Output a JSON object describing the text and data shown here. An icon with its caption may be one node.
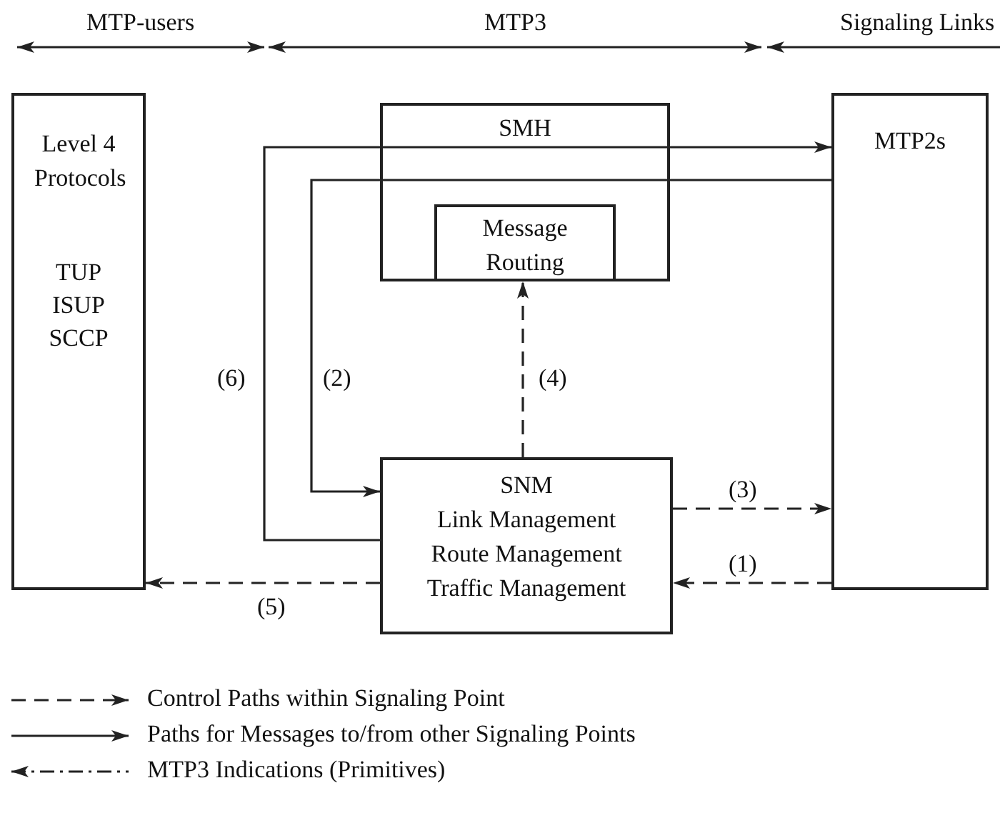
{
  "diagram": {
    "nodes": [
      {
        "text": [
          "Level 4 Protocols",
          "TUP ISUP SCCP"
        ]
      },
      {
        "text": [
          "SMH"
        ]
      },
      {
        "text": [
          "Message Routing"
        ],
        "in": 1
      },
      {
        "text": [
          "MTP2s"
        ]
      },
      {
        "text": [
          "SNM",
          "Link Management Route Management Traffic Management"
        ]
      }
    ],
    "edges": [
      {
        "from": 4,
        "to": 3,
        "arrow": "to",
        "label": "(6)"
      },
      {
        "from": 3,
        "to": 4,
        "arrow": "to",
        "label": "(2)"
      },
      {
        "from": 4,
        "to": 2,
        "arrow": "to",
        "label": "(4)",
        "style": "dashed"
      },
      {
        "from": 4,
        "to": 3,
        "arrow": "to",
        "label": "(3)",
        "style": "dashed"
      },
      {
        "from": 3,
        "to": 4,
        "arrow": "to",
        "label": "(1)",
        "style": "dashed"
      },
      {
        "from": 4,
        "to": 0,
        "arrow": "to",
        "label": "(5)",
        "style": "dashed"
      }
    ],
    "labels": [
      "MTP-users",
      "MTP3",
      "Signaling Links"
    ],
    "legend": [
      {
        "text": "Control Paths within Signaling Point"
      },
      {
        "text": "Paths for Messages to/from other Signaling Points"
      },
      {
        "text": "MTP3 Indications (Primitives)"
      }
    ]
  }
}
